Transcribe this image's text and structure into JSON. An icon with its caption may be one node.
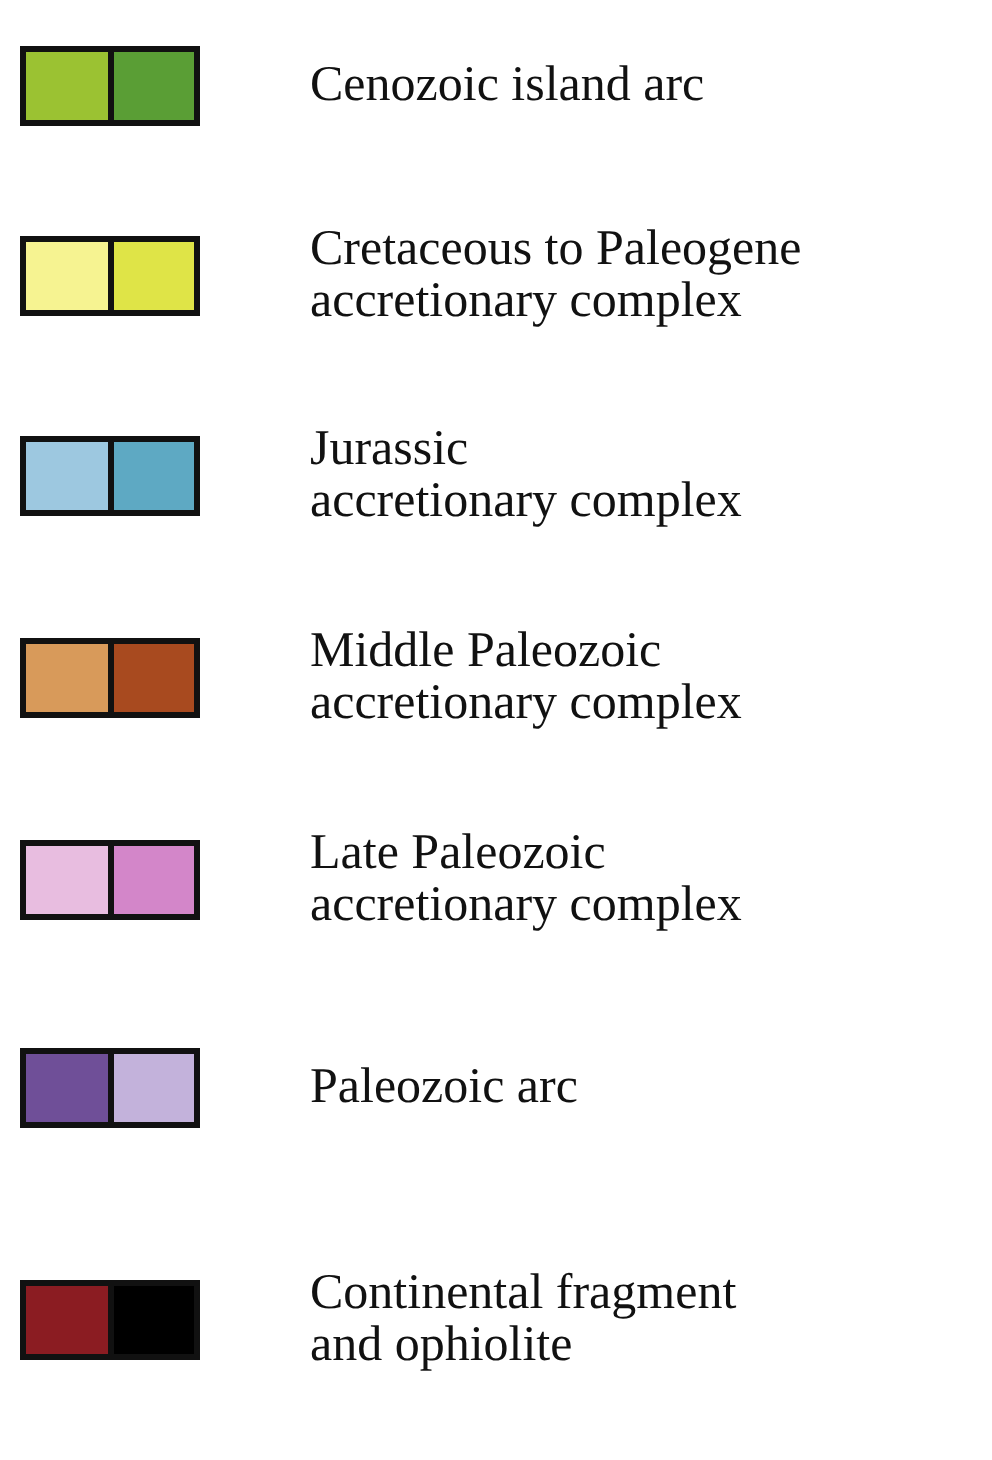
{
  "diagram": {
    "legend": [
      {
        "text": "Cenozoic island arc",
        "color": "#9bc232"
      },
      {
        "text": "Cretaceous to Paleogene accretionary complex",
        "color": "#f6f391"
      },
      {
        "text": "Jurassic accretionary complex",
        "color": "#9dc8e0"
      },
      {
        "text": "Middle Paleozoic accretionary complex",
        "color": "#d89a5a"
      },
      {
        "text": "Late Paleozoic accretionary complex",
        "color": "#e8bde0"
      },
      {
        "text": "Paleozoic arc",
        "color": "#6f4f98"
      },
      {
        "text": "Continental fragment and ophiolite",
        "color": "#8b1c22"
      }
    ]
  }
}
